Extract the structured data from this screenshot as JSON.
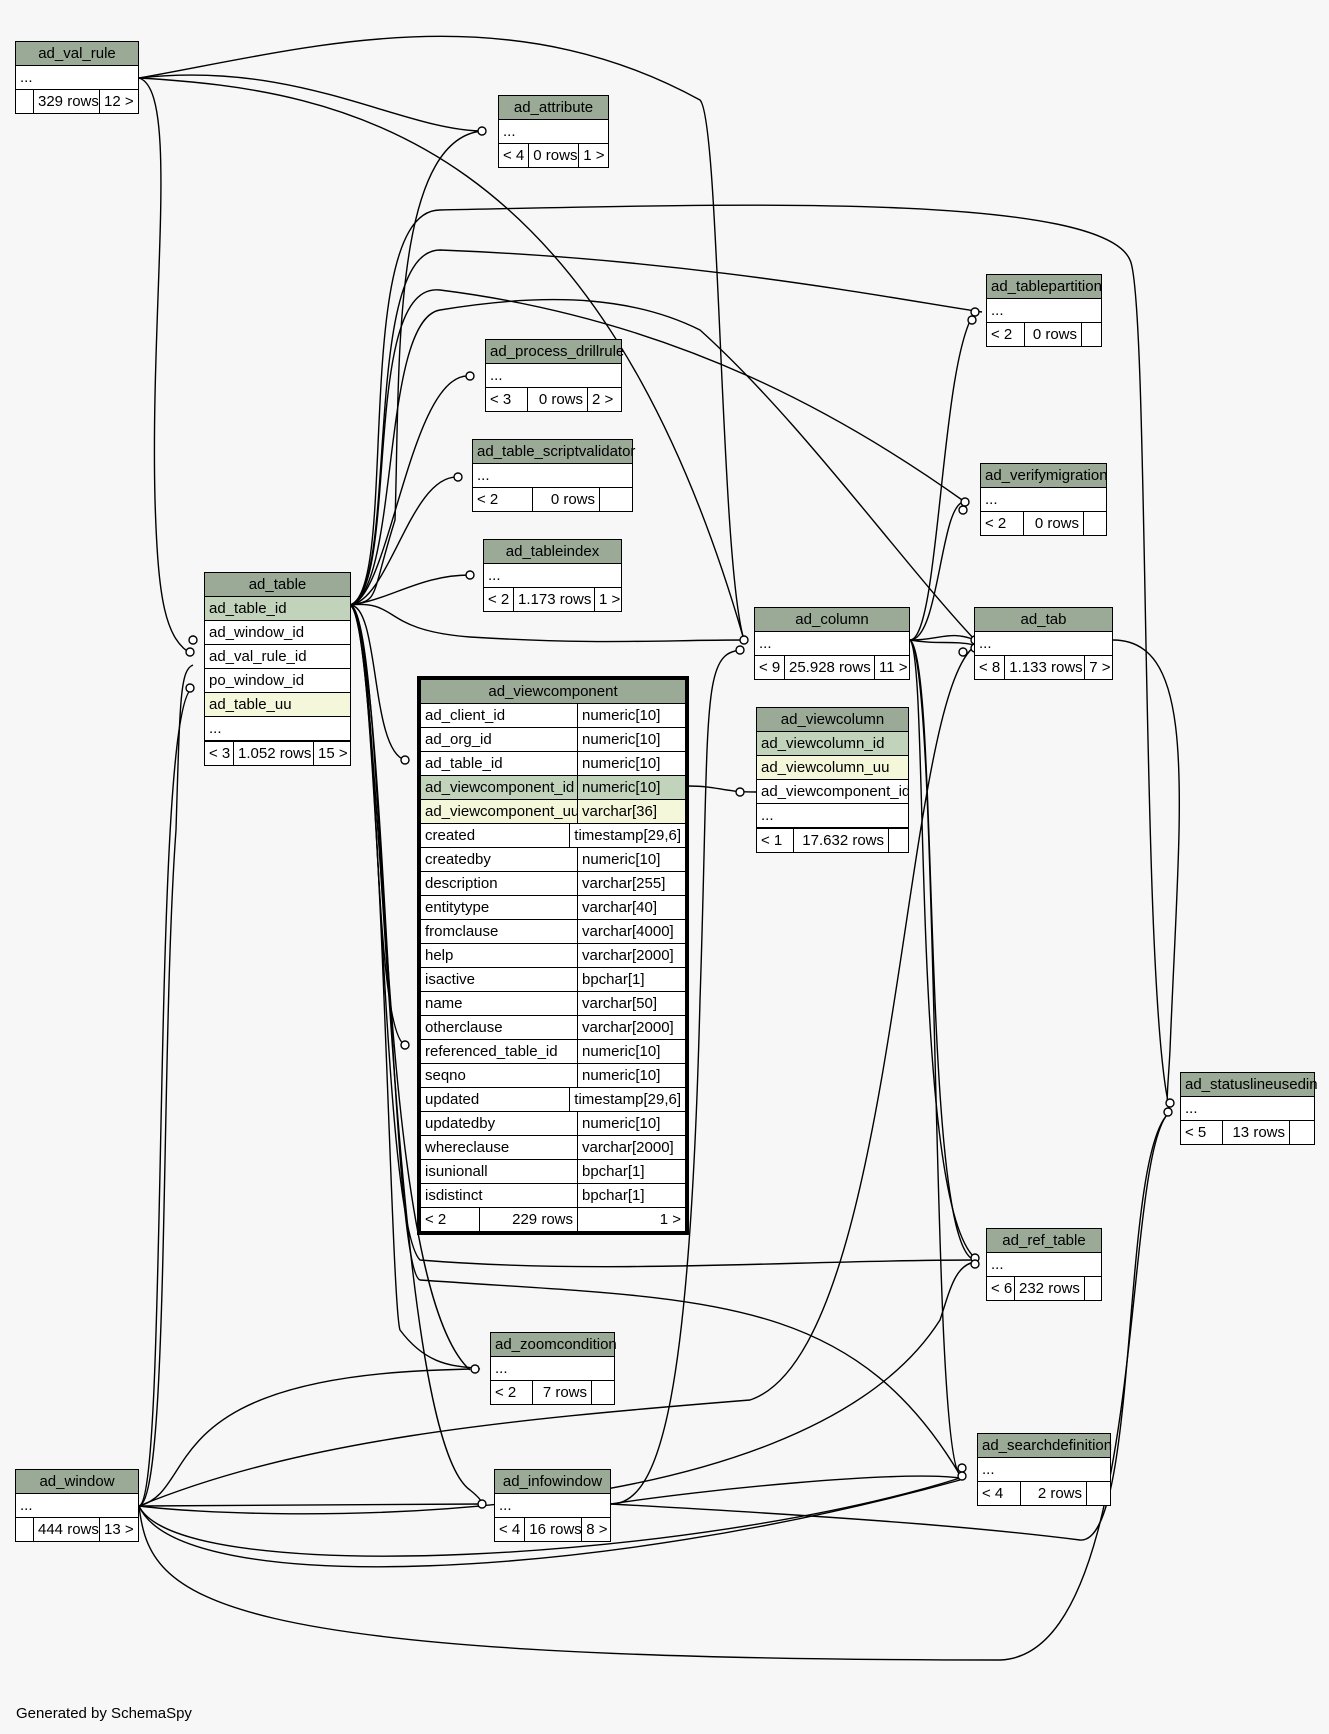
{
  "tables": {
    "ad_val_rule": {
      "name": "ad_val_rule",
      "cols": [
        "..."
      ],
      "foot": [
        "",
        "329 rows",
        "12 >"
      ]
    },
    "ad_attribute": {
      "name": "ad_attribute",
      "cols": [
        "..."
      ],
      "foot": [
        "< 4",
        "0 rows",
        "1 >"
      ]
    },
    "ad_tablepartition": {
      "name": "ad_tablepartition",
      "cols": [
        "..."
      ],
      "foot": [
        "< 2",
        "0 rows",
        ""
      ]
    },
    "ad_process_drillrule": {
      "name": "ad_process_drillrule",
      "cols": [
        "..."
      ],
      "foot": [
        "< 3",
        "0 rows",
        "2 >"
      ]
    },
    "ad_table_scriptvalidator": {
      "name": "ad_table_scriptvalidator",
      "cols": [
        "..."
      ],
      "foot": [
        "< 2",
        "0 rows",
        ""
      ]
    },
    "ad_verifymigration": {
      "name": "ad_verifymigration",
      "cols": [
        "..."
      ],
      "foot": [
        "< 2",
        "0 rows",
        ""
      ]
    },
    "ad_tableindex": {
      "name": "ad_tableindex",
      "cols": [
        "..."
      ],
      "foot": [
        "< 2",
        "1.173 rows",
        "1 >"
      ]
    },
    "ad_table": {
      "name": "ad_table",
      "cols": [
        "ad_table_id",
        "ad_window_id",
        "ad_val_rule_id",
        "po_window_id",
        "ad_table_uu",
        "..."
      ],
      "foot": [
        "< 3",
        "1.052 rows",
        "15 >"
      ]
    },
    "ad_column": {
      "name": "ad_column",
      "cols": [
        "..."
      ],
      "foot": [
        "< 9",
        "25.928 rows",
        "11 >"
      ]
    },
    "ad_tab": {
      "name": "ad_tab",
      "cols": [
        "..."
      ],
      "foot": [
        "< 8",
        "1.133 rows",
        "7 >"
      ]
    },
    "ad_viewcolumn": {
      "name": "ad_viewcolumn",
      "cols": [
        "ad_viewcolumn_id",
        "ad_viewcolumn_uu",
        "ad_viewcomponent_id",
        "..."
      ],
      "foot": [
        "< 1",
        "17.632 rows",
        ""
      ]
    },
    "ad_statuslineusedin": {
      "name": "ad_statuslineusedin",
      "cols": [
        "..."
      ],
      "foot": [
        "< 5",
        "13 rows",
        ""
      ]
    },
    "ad_ref_table": {
      "name": "ad_ref_table",
      "cols": [
        "..."
      ],
      "foot": [
        "< 6",
        "232 rows",
        ""
      ]
    },
    "ad_zoomcondition": {
      "name": "ad_zoomcondition",
      "cols": [
        "..."
      ],
      "foot": [
        "< 2",
        "7 rows",
        ""
      ]
    },
    "ad_searchdefinition": {
      "name": "ad_searchdefinition",
      "cols": [
        "..."
      ],
      "foot": [
        "< 4",
        "2 rows",
        ""
      ]
    },
    "ad_window": {
      "name": "ad_window",
      "cols": [
        "..."
      ],
      "foot": [
        "",
        "444 rows",
        "13 >"
      ]
    },
    "ad_infowindow": {
      "name": "ad_infowindow",
      "cols": [
        "..."
      ],
      "foot": [
        "< 4",
        "16 rows",
        "8 >"
      ]
    }
  },
  "viewcomponent": {
    "name": "ad_viewcomponent",
    "columns": [
      {
        "name": "ad_client_id",
        "type": "numeric[10]"
      },
      {
        "name": "ad_org_id",
        "type": "numeric[10]"
      },
      {
        "name": "ad_table_id",
        "type": "numeric[10]"
      },
      {
        "name": "ad_viewcomponent_id",
        "type": "numeric[10]"
      },
      {
        "name": "ad_viewcomponent_uu",
        "type": "varchar[36]"
      },
      {
        "name": "created",
        "type": "timestamp[29,6]"
      },
      {
        "name": "createdby",
        "type": "numeric[10]"
      },
      {
        "name": "description",
        "type": "varchar[255]"
      },
      {
        "name": "entitytype",
        "type": "varchar[40]"
      },
      {
        "name": "fromclause",
        "type": "varchar[4000]"
      },
      {
        "name": "help",
        "type": "varchar[2000]"
      },
      {
        "name": "isactive",
        "type": "bpchar[1]"
      },
      {
        "name": "name",
        "type": "varchar[50]"
      },
      {
        "name": "otherclause",
        "type": "varchar[2000]"
      },
      {
        "name": "referenced_table_id",
        "type": "numeric[10]"
      },
      {
        "name": "seqno",
        "type": "numeric[10]"
      },
      {
        "name": "updated",
        "type": "timestamp[29,6]"
      },
      {
        "name": "updatedby",
        "type": "numeric[10]"
      },
      {
        "name": "whereclause",
        "type": "varchar[2000]"
      },
      {
        "name": "isunionall",
        "type": "bpchar[1]"
      },
      {
        "name": "isdistinct",
        "type": "bpchar[1]"
      }
    ],
    "foot": [
      "< 2",
      "229 rows",
      "1 >"
    ]
  },
  "footer": {
    "credit": "Generated by SchemaSpy"
  }
}
